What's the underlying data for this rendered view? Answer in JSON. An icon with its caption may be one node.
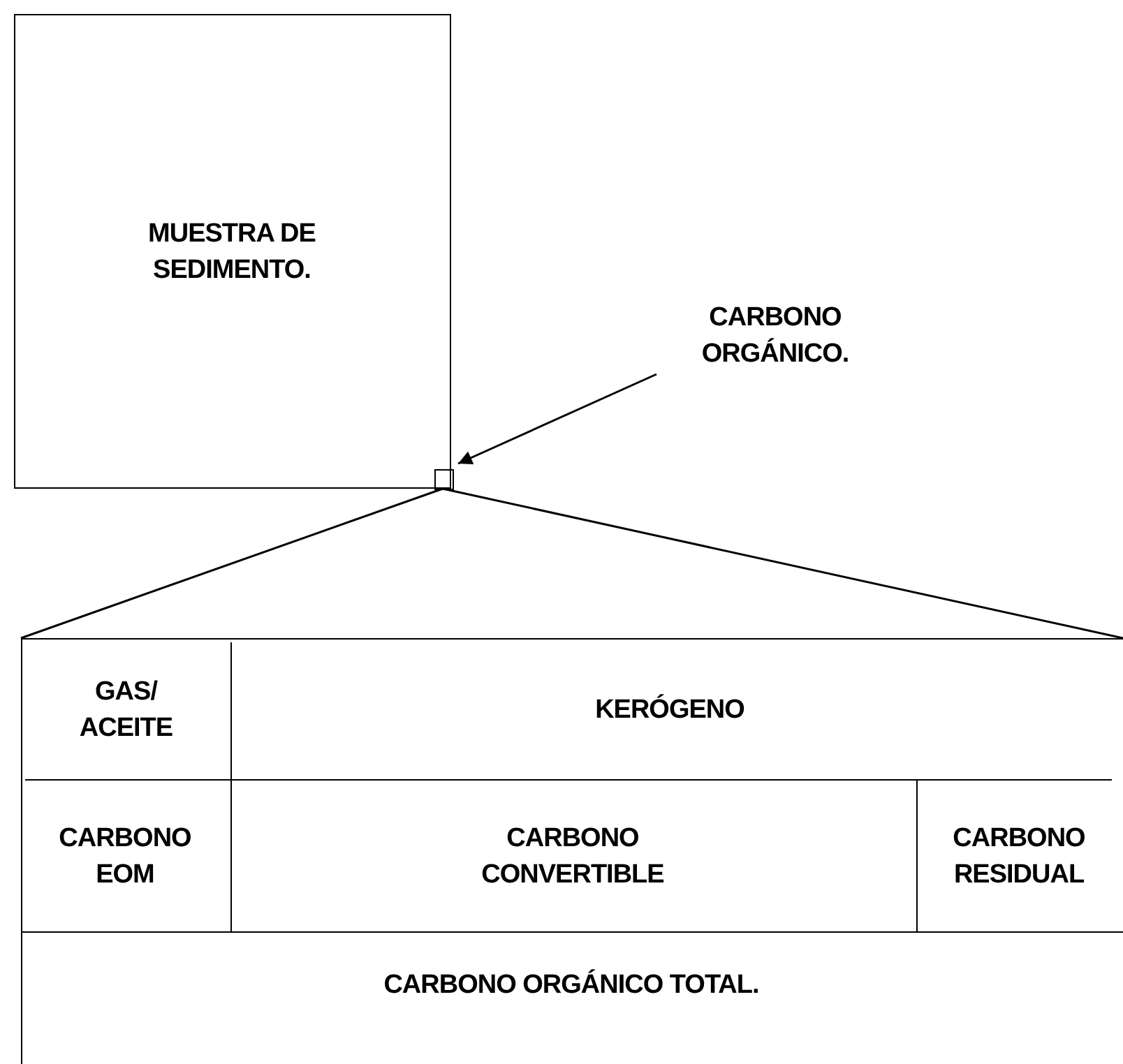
{
  "diagram": {
    "nodes": [
      {
        "text": [
          "MUESTRA DE SEDIMENTO."
        ]
      },
      {
        "text": [],
        "shape": "box",
        "in": 0
      },
      {
        "text": [
          "CARBONO ORGÁNICO."
        ]
      },
      {
        "text": [],
        "shape": "box"
      },
      {
        "text": [
          "GAS/ ACEITE"
        ],
        "in": 3
      },
      {
        "text": [
          "KERÓGENO"
        ],
        "in": 3
      },
      {
        "text": [
          "CARBONO EOM"
        ],
        "in": 3
      },
      {
        "text": [
          "CARBONO CONVERTIBLE"
        ],
        "in": 3
      },
      {
        "text": [
          "CARBONO RESIDUAL"
        ],
        "in": 3
      },
      {
        "text": [
          "CARBONO ORGÁNICO TOTAL."
        ],
        "in": 3
      }
    ],
    "edges": [
      {
        "from": 2,
        "to": 1,
        "arrow": "to"
      },
      {
        "from": 1,
        "to": 3,
        "arrow": "none"
      }
    ]
  }
}
